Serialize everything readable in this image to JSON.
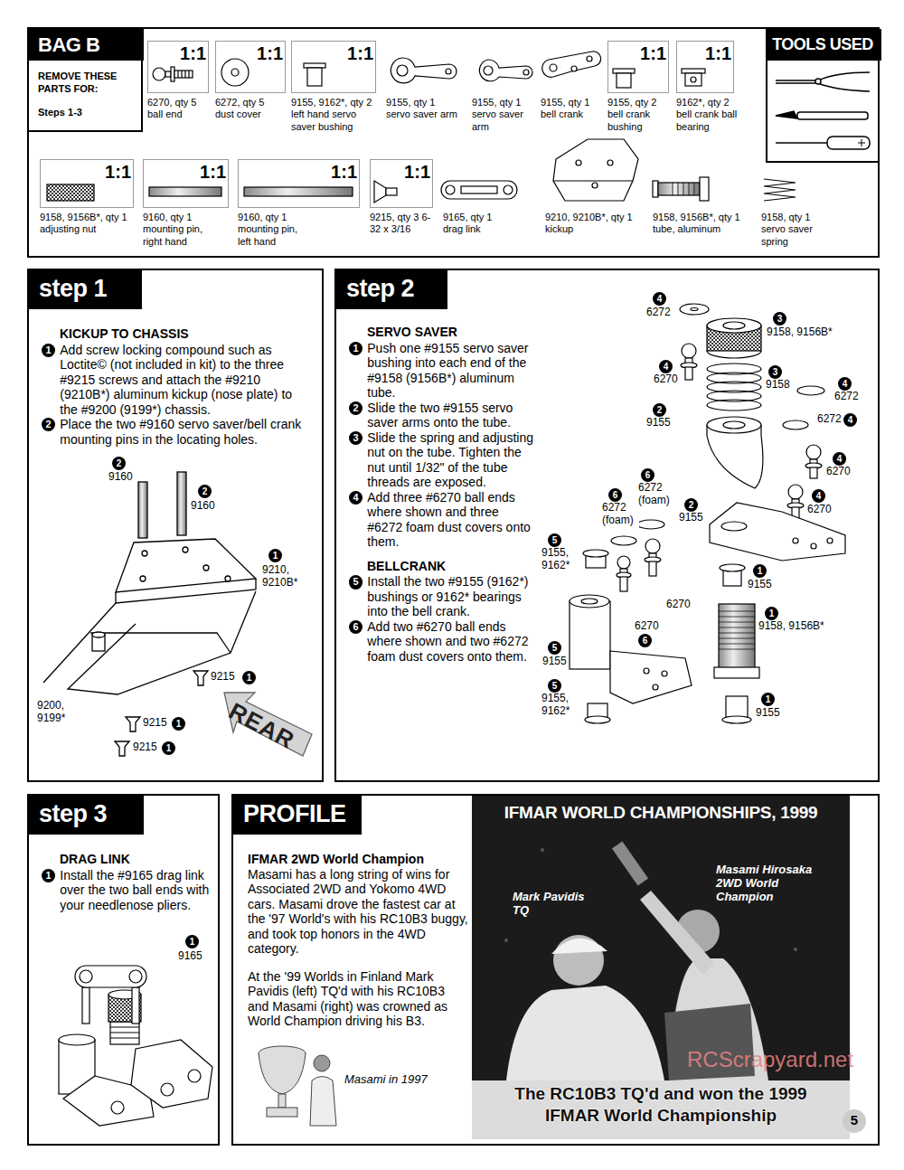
{
  "diagram": {
    "nodes": [
      {
        "text": [
          "BAG B",
          "REMOVE THESE PARTS FOR:",
          "Steps 1-3"
        ]
      },
      {
        "text": [
          "TOOLS USED"
        ],
        "in": 0
      },
      {
        "text": [
          "1:1",
          "6270, qty 5 ball end"
        ],
        "in": 0
      },
      {
        "text": [
          "1:1",
          "6272, qty 5 dust cover"
        ],
        "in": 0
      },
      {
        "text": [
          "1:1",
          "9155, 9162*, qty 2 left hand servo saver bushing"
        ],
        "in": 0
      },
      {
        "text": [
          "1:1",
          "9155, qty 2 bell crank bushing"
        ],
        "in": 0
      },
      {
        "text": [
          "1:1",
          "9162*, qty 2 bell crank ball bearing"
        ],
        "in": 0
      },
      {
        "text": [
          "1:1",
          "9158, 9156B*, qty 1 adjusting nut"
        ],
        "in": 0
      },
      {
        "text": [
          "1:1",
          "9160, qty 1 mounting pin, right hand"
        ],
        "in": 0
      },
      {
        "text": [
          "1:1",
          "9160, qty 1 mounting pin, left hand"
        ],
        "in": 0
      },
      {
        "text": [
          "1:1",
          "9215, qty 3 6-32 x 3/16"
        ],
        "in": 0
      },
      {
        "text": [
          "step 1",
          "KICKUP TO CHASSIS",
          "1",
          "Add screw locking compound such as Loctite© (not included in kit) to the three #9215 screws and attach the #9210 (9210B*) aluminum kickup (nose plate) to the #9200 (9199*) chassis.",
          "2",
          "Place the two #9160 servo saver/bell crank mounting pins in the locating holes."
        ]
      },
      {
        "text": [
          "step 2",
          "SERVO SAVER",
          "1",
          "Push one #9155 servo saver bushing into each end of the #9158 (9156B*) aluminum tube.",
          "2",
          "Slide the two #9155 servo saver arms onto the tube.",
          "3",
          "Slide the spring and adjusting nut on the tube. Tighten the nut until 1/32\" of the tube threads are exposed.",
          "4",
          "Add three #6270 ball ends where shown and three #6272 foam dust covers onto them.",
          "BELLCRANK",
          "5",
          "Install the two #9155 (9162*) bushings or 9162* bearings into the bell crank.",
          "6",
          "Add two #6270 ball ends where shown and two #6272 foam dust covers onto them."
        ]
      },
      {
        "text": [
          "step 3",
          "DRAG LINK",
          "1",
          "Install the #9165 drag link over the two ball ends with your needlenose pliers."
        ]
      },
      {
        "text": [
          "PROFILE",
          "IFMAR 2WD World Champion",
          "Masami has a long string of wins for Associated 2WD and Yokomo 4WD cars. Masami drove the fastest car at the '97 World's with his RC10B3 buggy, and took top honors in the 4WD category.",
          "At the '99 Worlds in Finland Mark Pavidis (left) TQ'd with his RC10B3 and Masami (right) was crowned as World Champion driving his B3."
        ]
      },
      {
        "text": [
          "IFMAR WORLD CHAMPIONSHIPS, 1999",
          "The RC10B3 TQ'd and won the 1999 IFMAR World Championship"
        ],
        "in": 14
      }
    ],
    "labels": [
      "9155, qty 1 servo saver arm",
      "9155, qty 1 servo saver arm",
      "9155, qty 1 bell crank",
      "9165, qty 1 drag link",
      "9210, 9210B*, qty 1 kickup",
      "9158, 9156B*, qty 1 tube, aluminum",
      "9158, qty 1 servo saver spring",
      "2",
      "9160",
      "2",
      "9160",
      "1",
      "9210, 9210B*",
      "9215",
      "1",
      "9200, 9199*",
      "9215",
      "1",
      "9215",
      "1",
      "REAR",
      "4",
      "6272",
      "3",
      "9158, 9156B*",
      "4",
      "6270",
      "3",
      "9158",
      "4",
      "6272",
      "6272",
      "4",
      "4",
      "6270",
      "2",
      "9155",
      "6",
      "6272 (foam)",
      "6",
      "6272 (foam)",
      "4",
      "6270",
      "2",
      "9155",
      "5",
      "9155, 9162*",
      "6270",
      "1",
      "9155",
      "1",
      "9158, 9156B*",
      "6270",
      "6",
      "5",
      "9155",
      "5",
      "9155, 9162*",
      "1",
      "9155",
      "1",
      "9165",
      "Masami in 1997",
      "Mark Pavidis TQ",
      "Masami Hirosaka 2WD World Champion",
      "RCScrapyard.net",
      "5"
    ]
  }
}
